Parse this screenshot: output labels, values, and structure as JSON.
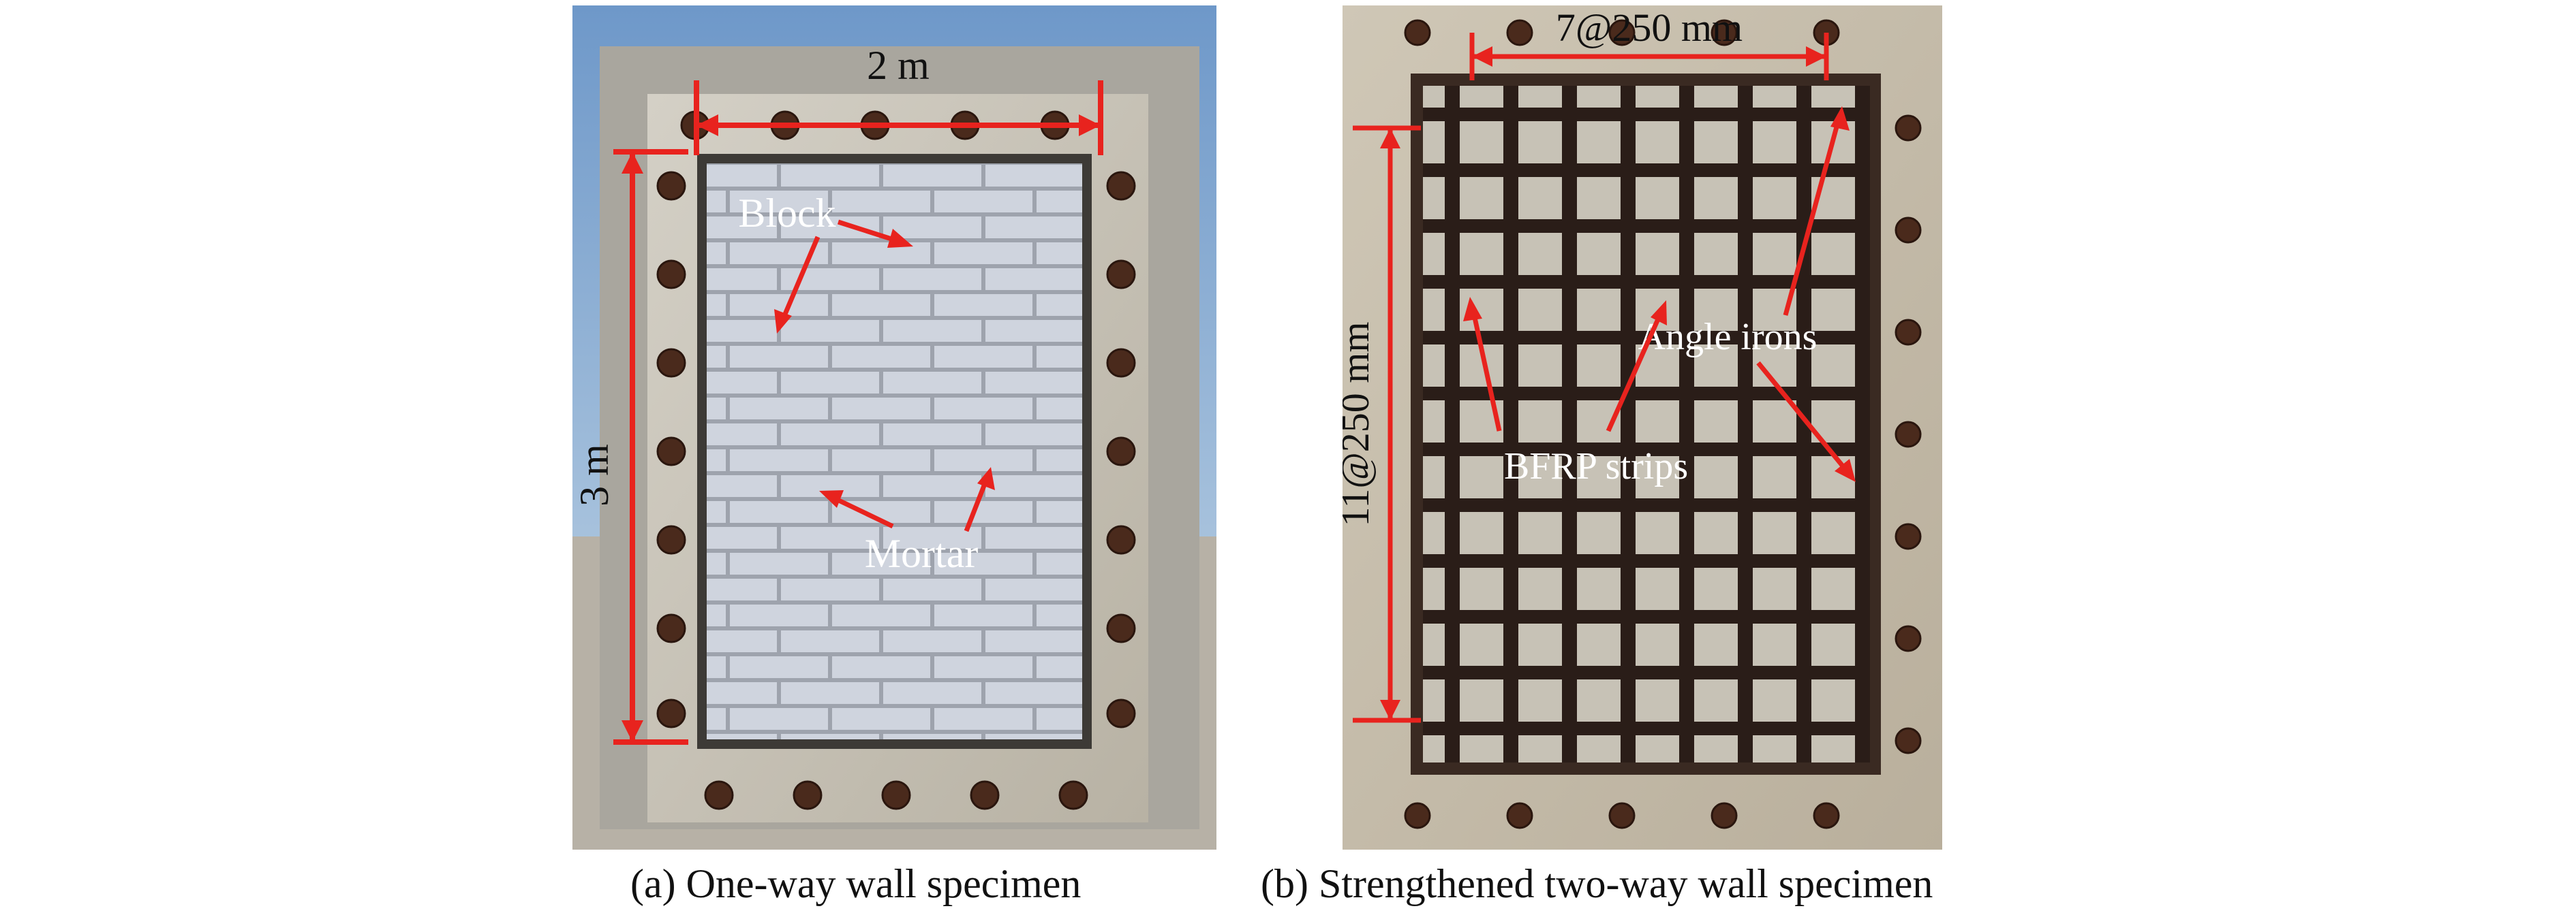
{
  "panel_a": {
    "caption": "(a) One-way wall specimen",
    "width_label": "2 m",
    "height_label": "3 m",
    "block_label": "Block",
    "mortar_label": "Mortar"
  },
  "panel_b": {
    "caption": "(b) Strengthened two-way wall specimen",
    "horizontal_spacing_label": "7@250 mm",
    "vertical_spacing_label": "11@250 mm",
    "angle_irons_label": "Angle irons",
    "bfrp_label": "BFRP strips"
  },
  "colors": {
    "annotation": "#e8231e",
    "label_text": "#ffffff",
    "concrete": "#c9c4b8",
    "block": "#d6d9e0",
    "sky": "#8fb3d6",
    "strip": "#2a1d18"
  }
}
